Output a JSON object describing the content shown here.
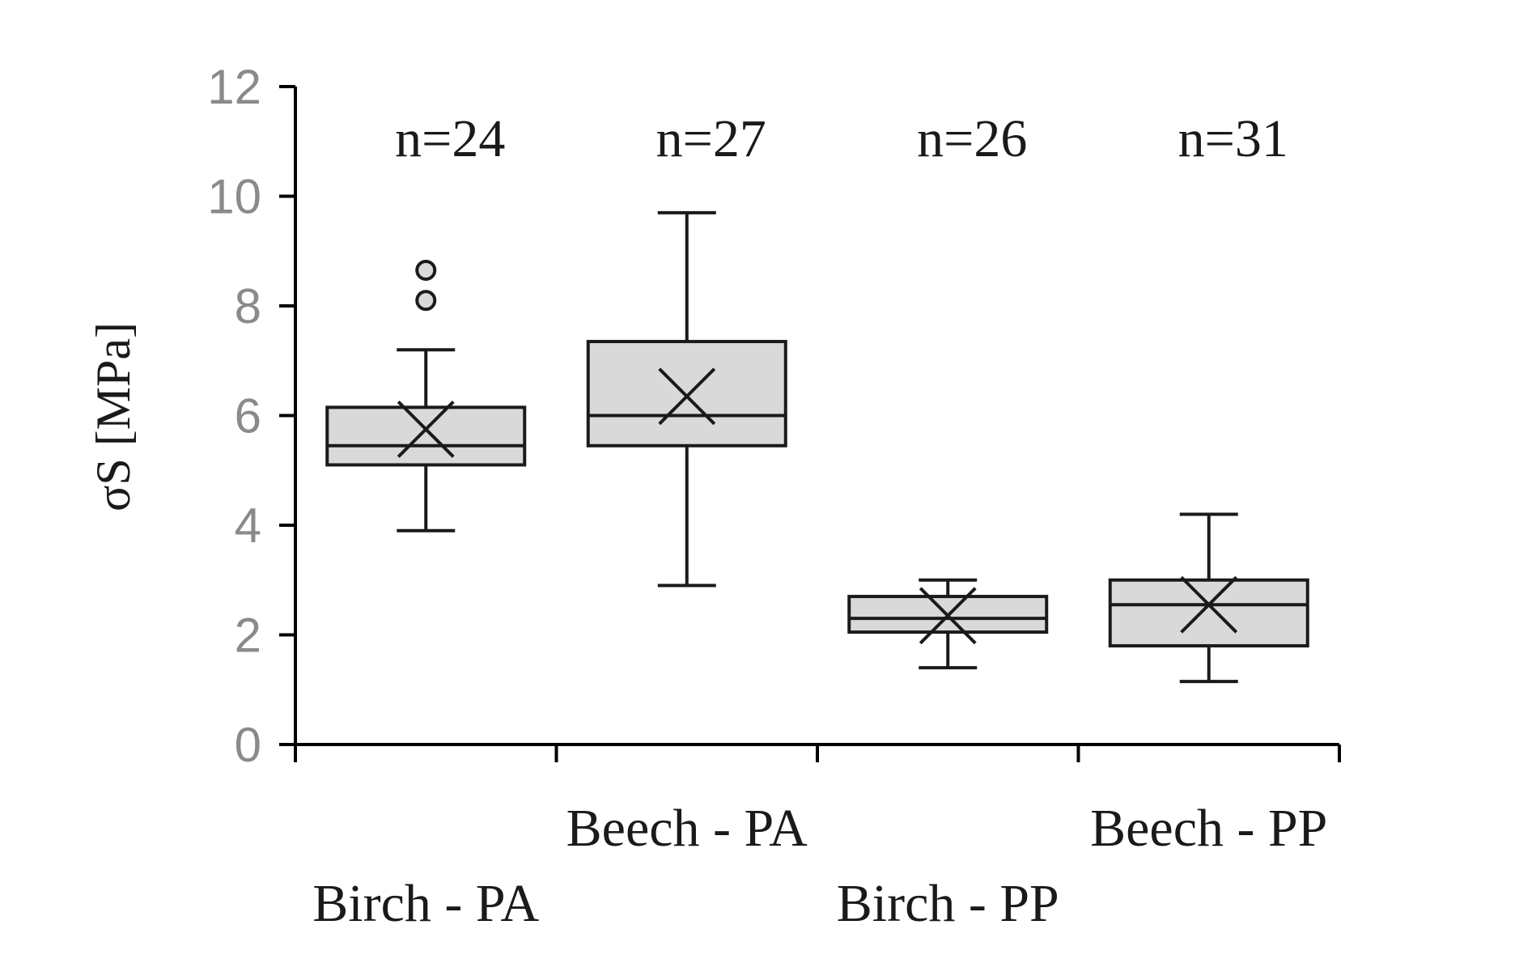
{
  "chart_data": {
    "type": "box",
    "ylabel": "σS [MPa]",
    "ylim": [
      0,
      12
    ],
    "yticks": [
      0,
      2,
      4,
      6,
      8,
      10,
      12
    ],
    "grid": false,
    "box_fill": "#d9d9d9",
    "line_color": "#1a1a1a",
    "tick_label_color": "#8a8a8a",
    "categories": [
      "Birch - PA",
      "Beech - PA",
      "Birch - PP",
      "Beech - PP"
    ],
    "boxes": [
      {
        "category": "Birch - PA",
        "n_label": "n=24",
        "whisker_low": 3.9,
        "q1": 5.1,
        "median": 5.45,
        "q3": 6.15,
        "whisker_high": 7.2,
        "mean": 5.75,
        "outliers": [
          8.1,
          8.65
        ]
      },
      {
        "category": "Beech - PA",
        "n_label": "n=27",
        "whisker_low": 2.9,
        "q1": 5.45,
        "median": 6.0,
        "q3": 7.35,
        "whisker_high": 9.7,
        "mean": 6.35,
        "outliers": []
      },
      {
        "category": "Birch - PP",
        "n_label": "n=26",
        "whisker_low": 1.4,
        "q1": 2.05,
        "median": 2.3,
        "q3": 2.7,
        "whisker_high": 3.0,
        "mean": 2.35,
        "outliers": []
      },
      {
        "category": "Beech - PP",
        "n_label": "n=31",
        "whisker_low": 1.15,
        "q1": 1.8,
        "median": 2.55,
        "q3": 3.0,
        "whisker_high": 4.2,
        "mean": 2.55,
        "outliers": []
      }
    ]
  }
}
